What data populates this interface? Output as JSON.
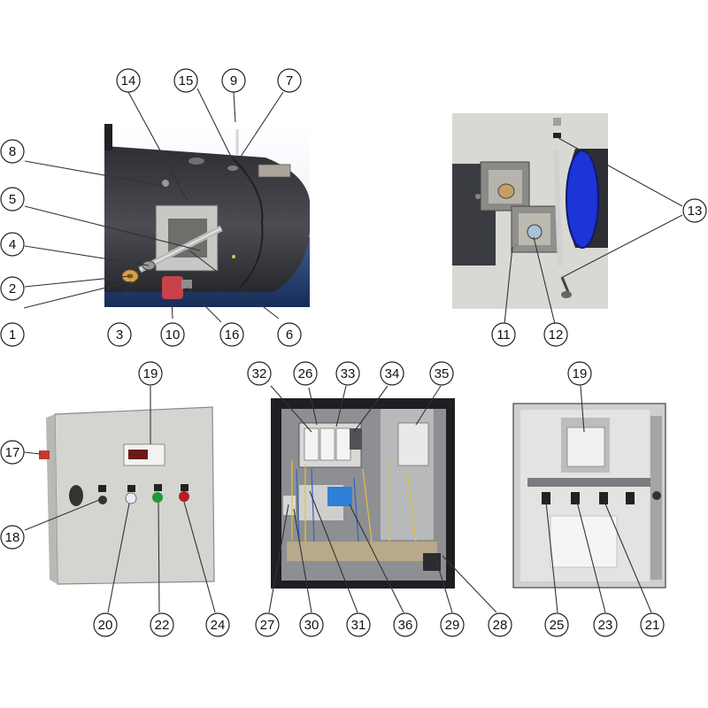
{
  "colors": {
    "tank_dark": "#3c3e44",
    "tank_light": "#62646a",
    "floor_blue": "#26447a",
    "panel_grey": "#8e9196",
    "cabinet_grey": "#d7d8d4",
    "flange_blue": "#1c34d8",
    "callout_stroke": "#222222",
    "element_red": "#c8414b",
    "ring_orange": "#d8a24a"
  },
  "views": [
    {
      "name": "tank-heater-assembly"
    },
    {
      "name": "flange-closeup"
    },
    {
      "name": "cabinet-front-closed"
    },
    {
      "name": "cabinet-interior-wiring"
    },
    {
      "name": "cabinet-interior-controller"
    }
  ],
  "callouts": [
    {
      "id": "c14",
      "label": "14"
    },
    {
      "id": "c15",
      "label": "15"
    },
    {
      "id": "c9",
      "label": "9"
    },
    {
      "id": "c7",
      "label": "7"
    },
    {
      "id": "c8",
      "label": "8"
    },
    {
      "id": "c5",
      "label": "5"
    },
    {
      "id": "c4",
      "label": "4"
    },
    {
      "id": "c2",
      "label": "2"
    },
    {
      "id": "c1",
      "label": "1"
    },
    {
      "id": "c3",
      "label": "3"
    },
    {
      "id": "c10",
      "label": "10"
    },
    {
      "id": "c16",
      "label": "16"
    },
    {
      "id": "c6",
      "label": "6"
    },
    {
      "id": "c13",
      "label": "13"
    },
    {
      "id": "c11",
      "label": "11"
    },
    {
      "id": "c12",
      "label": "12"
    },
    {
      "id": "c19a",
      "label": "19"
    },
    {
      "id": "c17",
      "label": "17"
    },
    {
      "id": "c18",
      "label": "18"
    },
    {
      "id": "c20",
      "label": "20"
    },
    {
      "id": "c22",
      "label": "22"
    },
    {
      "id": "c24",
      "label": "24"
    },
    {
      "id": "c32",
      "label": "32"
    },
    {
      "id": "c26",
      "label": "26"
    },
    {
      "id": "c33",
      "label": "33"
    },
    {
      "id": "c34",
      "label": "34"
    },
    {
      "id": "c35",
      "label": "35"
    },
    {
      "id": "c27",
      "label": "27"
    },
    {
      "id": "c30",
      "label": "30"
    },
    {
      "id": "c31",
      "label": "31"
    },
    {
      "id": "c36",
      "label": "36"
    },
    {
      "id": "c29",
      "label": "29"
    },
    {
      "id": "c28",
      "label": "28"
    },
    {
      "id": "c19b",
      "label": "19"
    },
    {
      "id": "c25",
      "label": "25"
    },
    {
      "id": "c23",
      "label": "23"
    },
    {
      "id": "c21",
      "label": "21"
    }
  ]
}
